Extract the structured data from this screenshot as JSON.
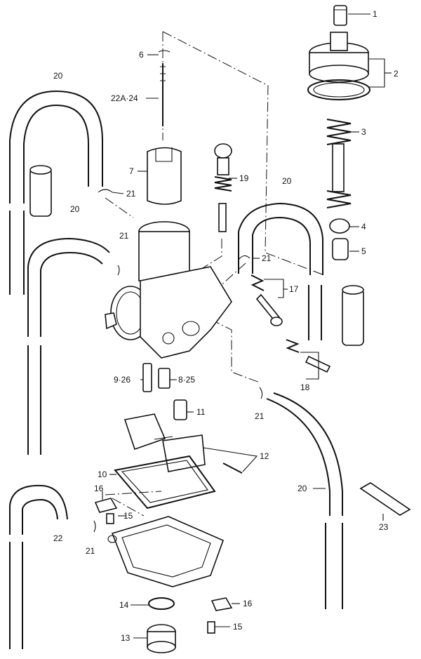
{
  "callouts": [
    {
      "id": "1",
      "text": "1"
    },
    {
      "id": "2",
      "text": "2"
    },
    {
      "id": "3",
      "text": "3"
    },
    {
      "id": "4",
      "text": "4"
    },
    {
      "id": "5",
      "text": "5"
    },
    {
      "id": "6",
      "text": "6"
    },
    {
      "id": "22a24",
      "text": "22A·24"
    },
    {
      "id": "7",
      "text": "7"
    },
    {
      "id": "19",
      "text": "19"
    },
    {
      "id": "21a",
      "text": "21"
    },
    {
      "id": "21b",
      "text": "21"
    },
    {
      "id": "21c",
      "text": "21"
    },
    {
      "id": "21d",
      "text": "21"
    },
    {
      "id": "21e",
      "text": "21"
    },
    {
      "id": "20a",
      "text": "20"
    },
    {
      "id": "20b",
      "text": "20"
    },
    {
      "id": "20c",
      "text": "20"
    },
    {
      "id": "20d",
      "text": "20"
    },
    {
      "id": "17",
      "text": "17"
    },
    {
      "id": "18",
      "text": "18"
    },
    {
      "id": "926",
      "text": "9·26"
    },
    {
      "id": "825",
      "text": "8·25"
    },
    {
      "id": "11",
      "text": "11"
    },
    {
      "id": "12",
      "text": "12"
    },
    {
      "id": "10",
      "text": "10"
    },
    {
      "id": "16a",
      "text": "16"
    },
    {
      "id": "16b",
      "text": "16"
    },
    {
      "id": "15a",
      "text": "15"
    },
    {
      "id": "15b",
      "text": "15"
    },
    {
      "id": "22",
      "text": "22"
    },
    {
      "id": "23",
      "text": "23"
    },
    {
      "id": "14",
      "text": "14"
    },
    {
      "id": "13",
      "text": "13"
    }
  ]
}
